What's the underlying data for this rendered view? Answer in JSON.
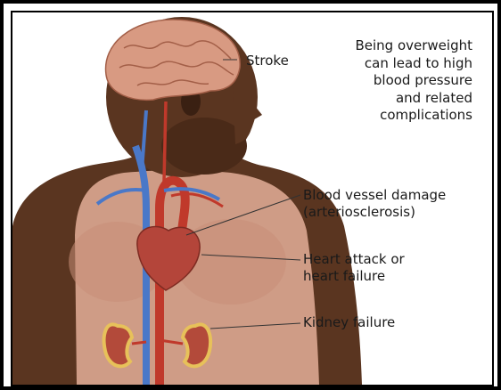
{
  "caption": "Being overweight\ncan lead to high\nblood pressure\nand related\ncomplications",
  "labels": {
    "stroke": "Stroke",
    "vessel": "Blood vessel damage\n(arteriosclerosis)",
    "heart": "Heart attack or\nheart failure",
    "kidney": "Kidney failure"
  },
  "colors": {
    "skin": "#5a3520",
    "skin_dark": "#3a2012",
    "torso_overlay": "#d9a58f",
    "brain": "#d89a82",
    "vein": "#4a78c8",
    "artery": "#c0392b",
    "kidney": "#b34a3a"
  }
}
